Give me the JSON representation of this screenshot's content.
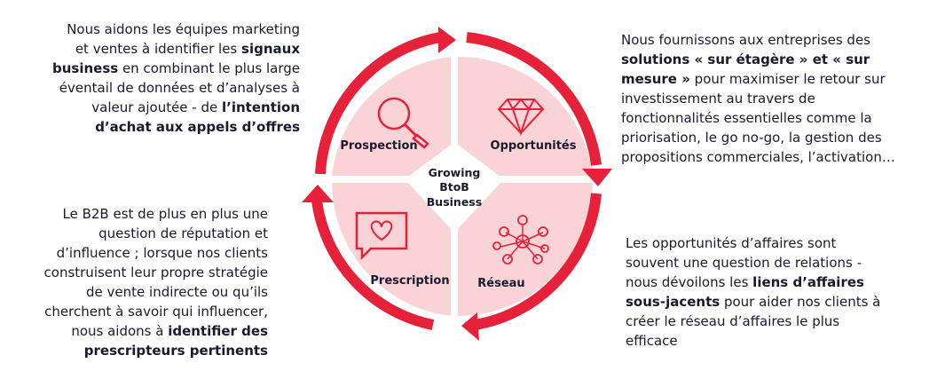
{
  "colors": {
    "accent": "#e8213a",
    "quadrant_fill": "#fad3d7",
    "text": "#1a1a2e",
    "icon": "#e8213a"
  },
  "center": {
    "line1": "Growing",
    "line2": "BtoB",
    "line3": "Business"
  },
  "quadrants": {
    "top_left": {
      "label": "Prospection",
      "icon": "magnifier-icon"
    },
    "top_right": {
      "label": "Opportunités",
      "icon": "diamond-icon"
    },
    "bottom_left": {
      "label": "Prescription",
      "icon": "heart-speech-bubble-icon"
    },
    "bottom_right": {
      "label": "Réseau",
      "icon": "network-people-icon"
    }
  },
  "texts": {
    "top_left": [
      {
        "t": "Nous aidons les équipes marketing",
        "b": false
      },
      {
        "t": "\net ventes à identifier les ",
        "b": false
      },
      {
        "t": "signaux",
        "b": true
      },
      {
        "t": "\n",
        "b": false
      },
      {
        "t": "business",
        "b": true
      },
      {
        "t": " en combinant le plus large\néventail de données et d’analyses à\nvaleur ajoutée - de ",
        "b": false
      },
      {
        "t": "l’intention\nd’achat aux appels d’offres",
        "b": true
      }
    ],
    "top_right": [
      {
        "t": "Nous fournissons aux entreprises des\n",
        "b": false
      },
      {
        "t": "solutions « sur étagère » et « sur\nmesure »",
        "b": true
      },
      {
        "t": " pour maximiser le retour sur\ninvestissement au travers de\nfonctionnalités essentielles comme la\npriorisation, le go no-go, la gestion des\npropositions commerciales, l’activation…",
        "b": false
      }
    ],
    "bottom_left": [
      {
        "t": "Le B2B est de plus en plus une\nquestion de réputation et\nd’influence ; lorsque nos clients\nconstruisent leur propre stratégie\nde vente indirecte ou qu’ils\ncherchent à savoir qui influencer,\nnous aidons à ",
        "b": false
      },
      {
        "t": "identifier des\nprescripteurs pertinents",
        "b": true
      }
    ],
    "bottom_right": [
      {
        "t": "Les opportunités d’affaires sont\nsouvent une question de relations -\nnous dévoilons les ",
        "b": false
      },
      {
        "t": "liens d’affaires\nsous-jacents",
        "b": true
      },
      {
        "t": " pour aider nos clients à\ncréer le réseau d’affaires le plus\nefficace",
        "b": false
      }
    ]
  }
}
